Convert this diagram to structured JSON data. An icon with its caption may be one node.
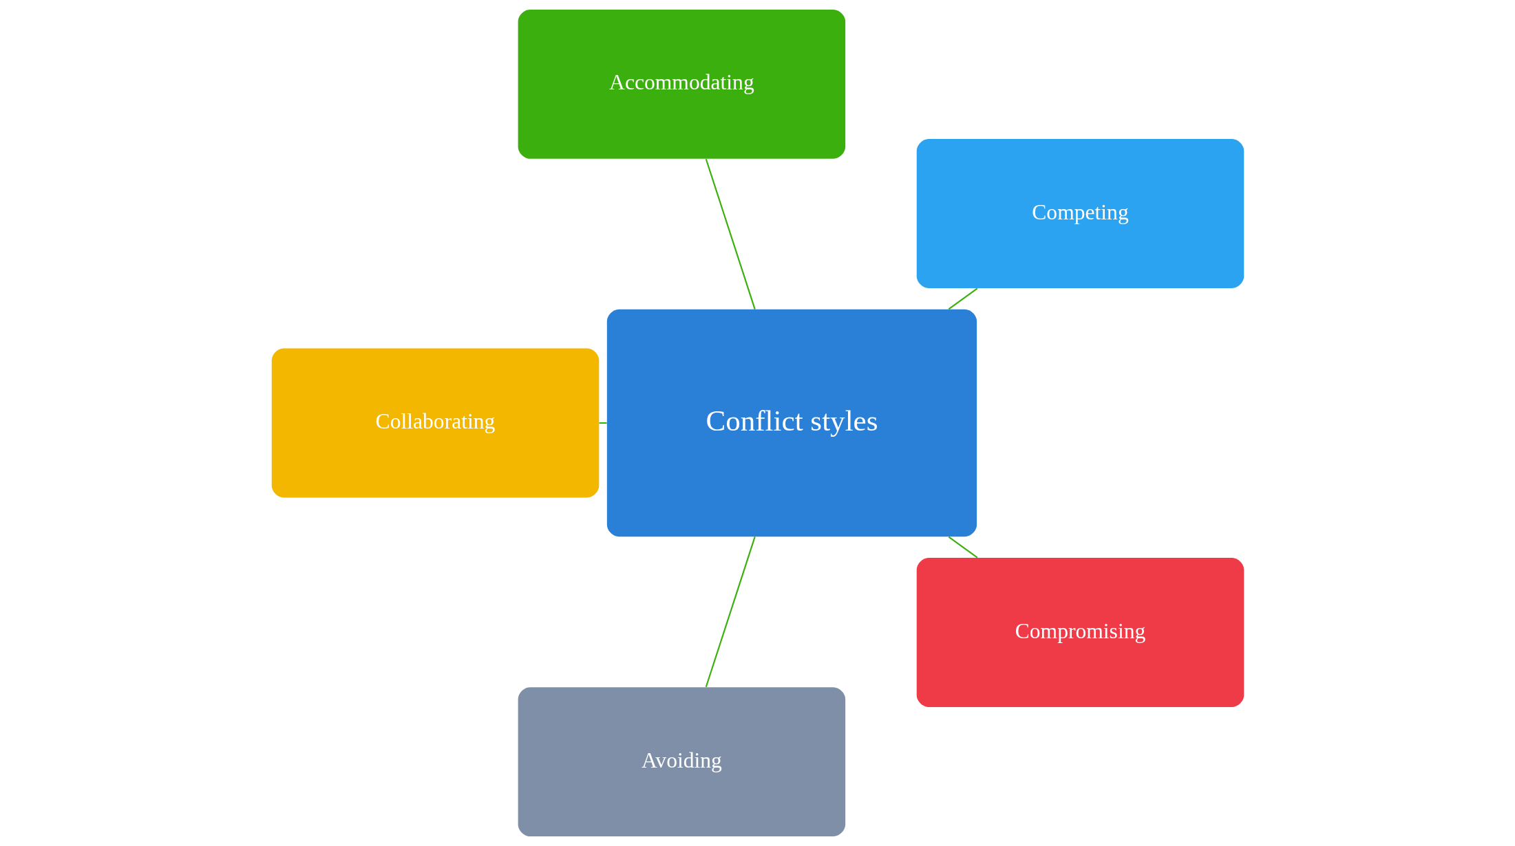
{
  "diagram": {
    "nodes": [
      {
        "text": [
          "Competing"
        ]
      },
      {
        "text": [
          "Accommodating"
        ]
      },
      {
        "text": [
          "Collaborating"
        ]
      },
      {
        "text": [
          "Conflict styles"
        ]
      },
      {
        "text": [
          "Avoiding"
        ]
      },
      {
        "text": [
          "Compromising"
        ]
      }
    ],
    "edges": [
      {
        "from": 3,
        "to": 0,
        "arrow": "none"
      },
      {
        "from": 3,
        "to": 1,
        "arrow": "none"
      },
      {
        "from": 3,
        "to": 2,
        "arrow": "none"
      },
      {
        "from": 3,
        "to": 4,
        "arrow": "none"
      },
      {
        "from": 3,
        "to": 5,
        "arrow": "none"
      }
    ]
  }
}
